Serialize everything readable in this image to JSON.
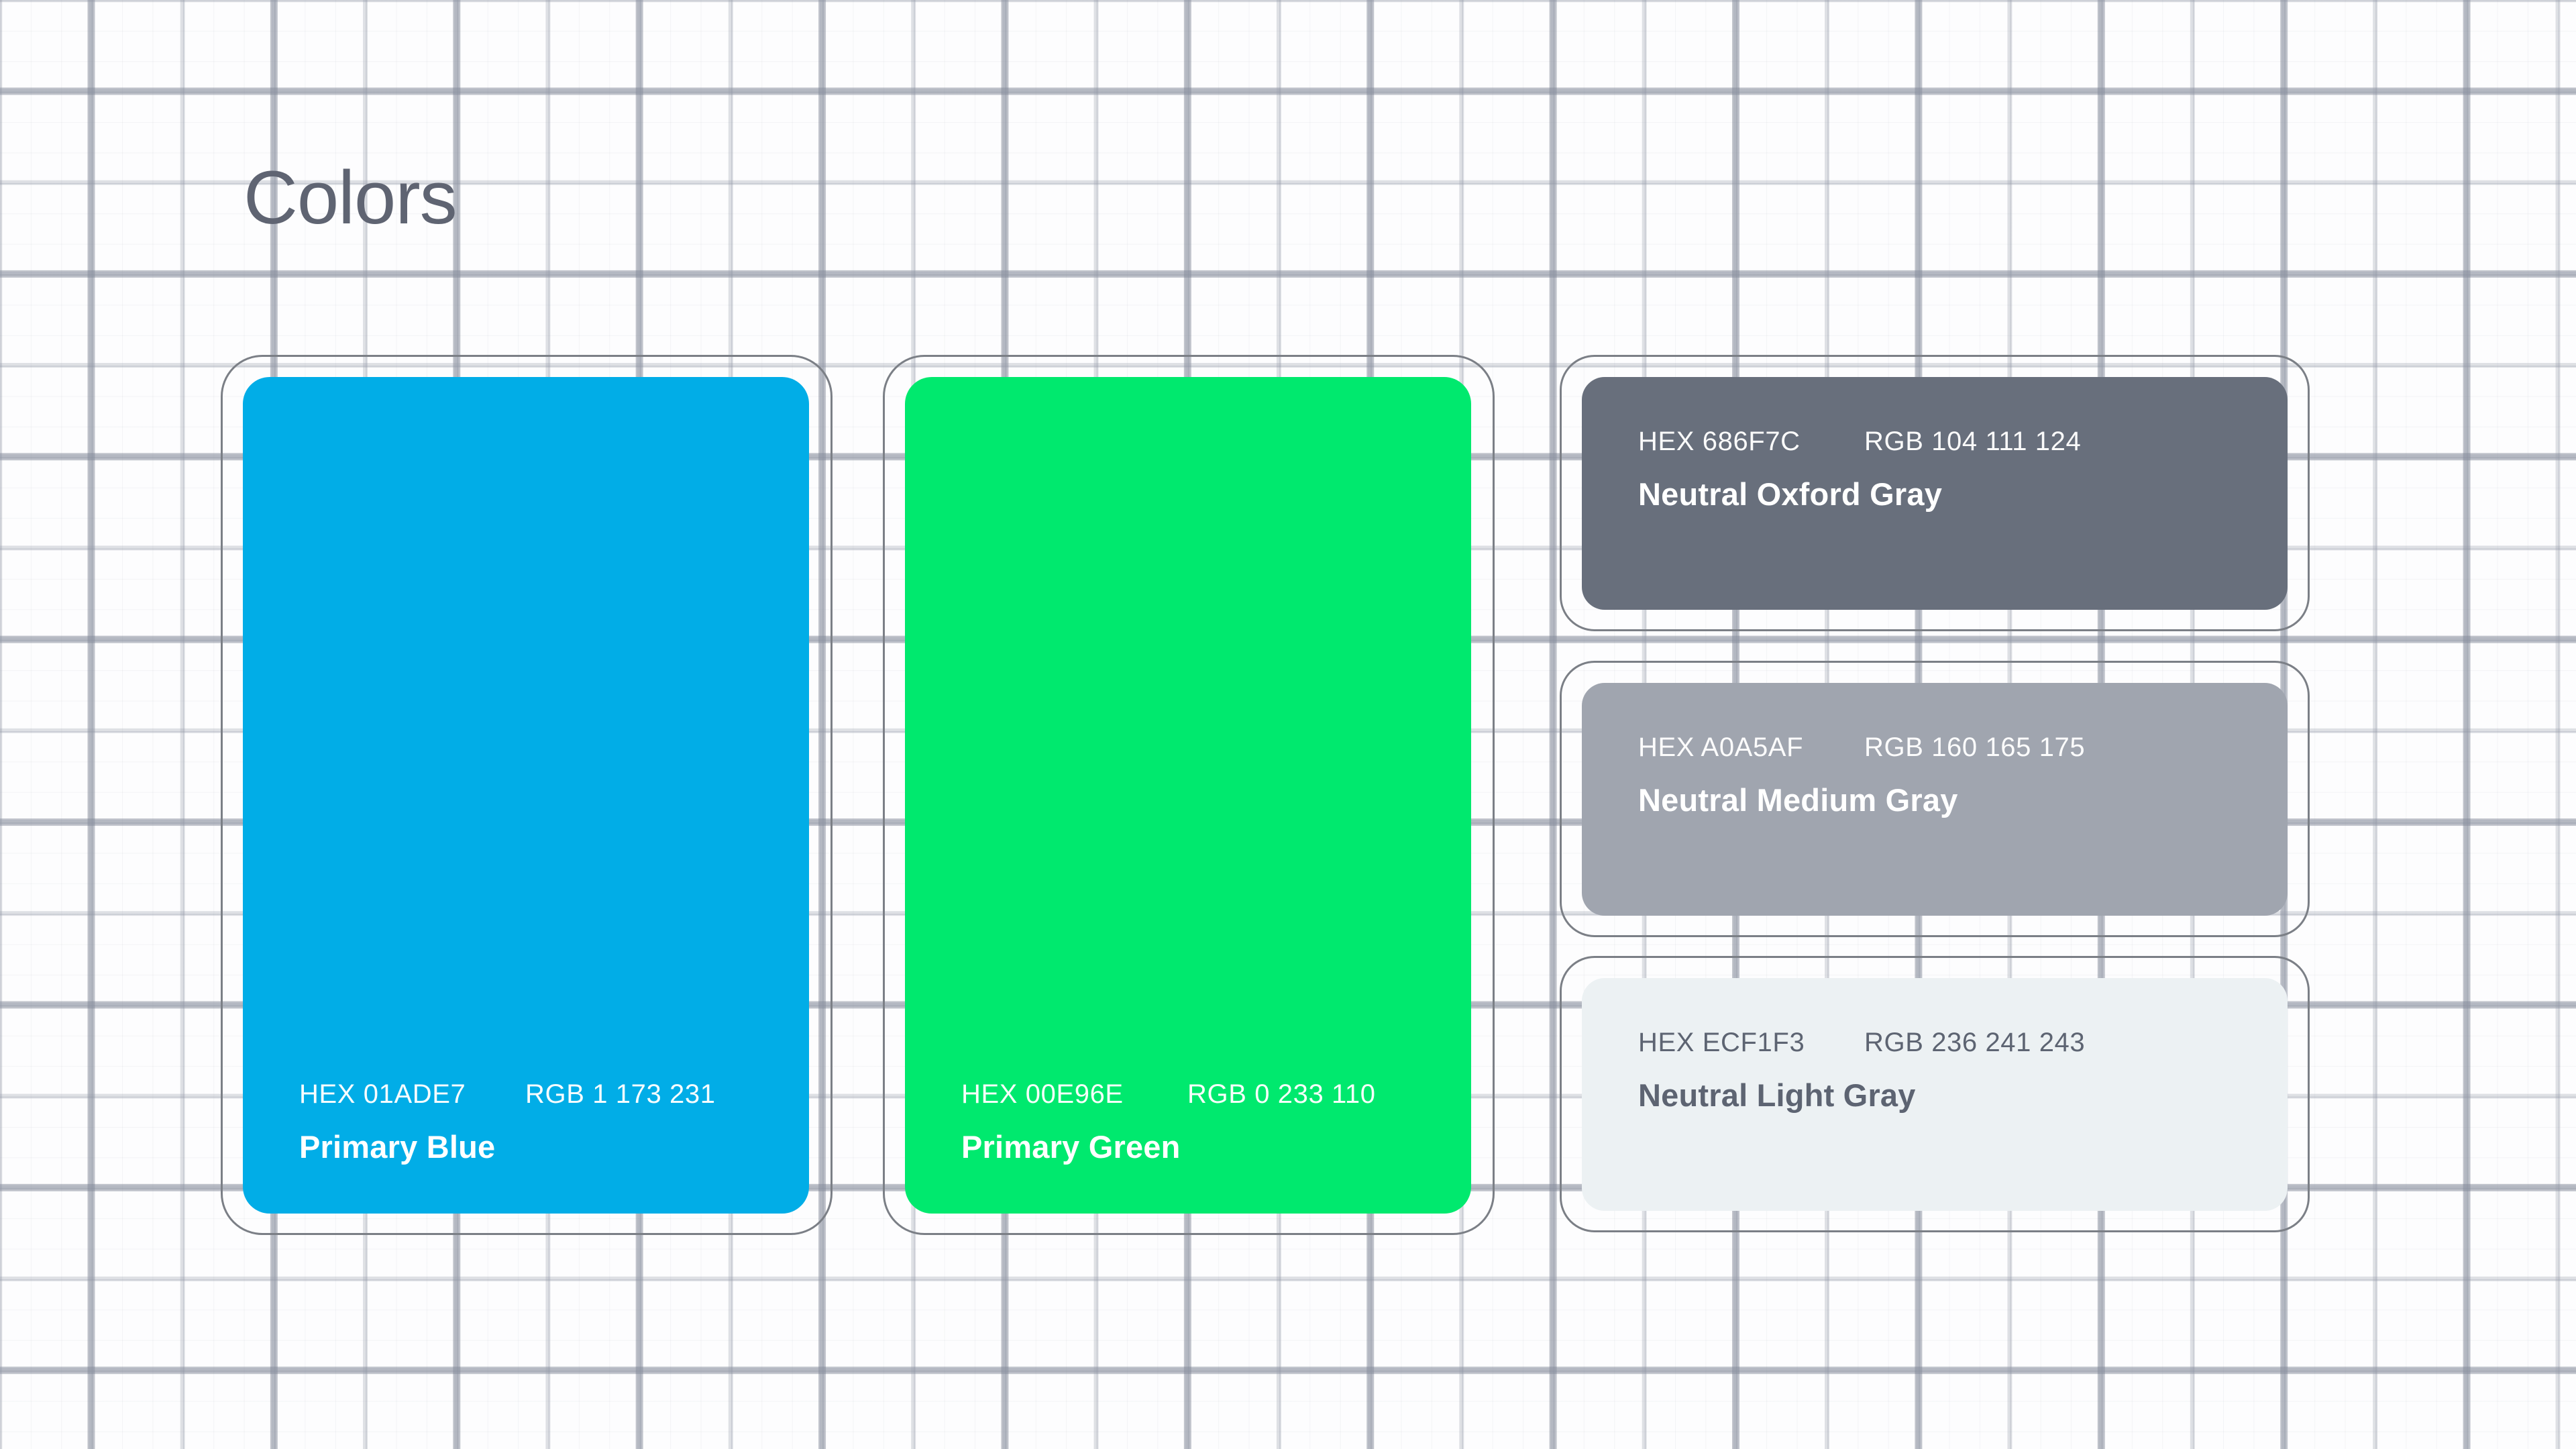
{
  "page": {
    "title": "Colors",
    "background_color": "#FDFDFE",
    "grid": "design-canvas-grid",
    "outline_color": "#7B7F86",
    "title_color": "#5F6472"
  },
  "swatches": [
    {
      "id": "primary-blue",
      "name": "Primary Blue",
      "hex_label": "HEX 01ADE7",
      "rgb_label": "RGB 1 173 231",
      "hex": "#01ADE7",
      "rgb": [
        1,
        173,
        231
      ],
      "text_color": "#FFFFFF",
      "shape": "tall",
      "column": "left"
    },
    {
      "id": "primary-green",
      "name": "Primary Green",
      "hex_label": "HEX 00E96E",
      "rgb_label": "RGB 0 233 110",
      "hex": "#00E96E",
      "rgb": [
        0,
        233,
        110
      ],
      "text_color": "#FFFFFF",
      "shape": "tall",
      "column": "middle"
    },
    {
      "id": "neutral-oxford-gray",
      "name": "Neutral Oxford Gray",
      "hex_label": "HEX 686F7C",
      "rgb_label": "RGB 104 111 124",
      "hex": "#686F7C",
      "rgb": [
        104,
        111,
        124
      ],
      "text_color": "#FFFFFF",
      "shape": "short",
      "column": "right"
    },
    {
      "id": "neutral-medium-gray",
      "name": "Neutral Medium Gray",
      "hex_label": "HEX A0A5AF",
      "rgb_label": "RGB 160 165 175",
      "hex": "#A0A5AF",
      "rgb": [
        160,
        165,
        175
      ],
      "text_color": "#FFFFFF",
      "shape": "short",
      "column": "right"
    },
    {
      "id": "neutral-light-gray",
      "name": "Neutral Light Gray",
      "hex_label": "HEX ECF1F3",
      "rgb_label": "RGB 236 241 243",
      "hex": "#ECF1F3",
      "rgb": [
        236,
        241,
        243
      ],
      "text_color": "#5D6472",
      "shape": "short",
      "column": "right"
    }
  ]
}
